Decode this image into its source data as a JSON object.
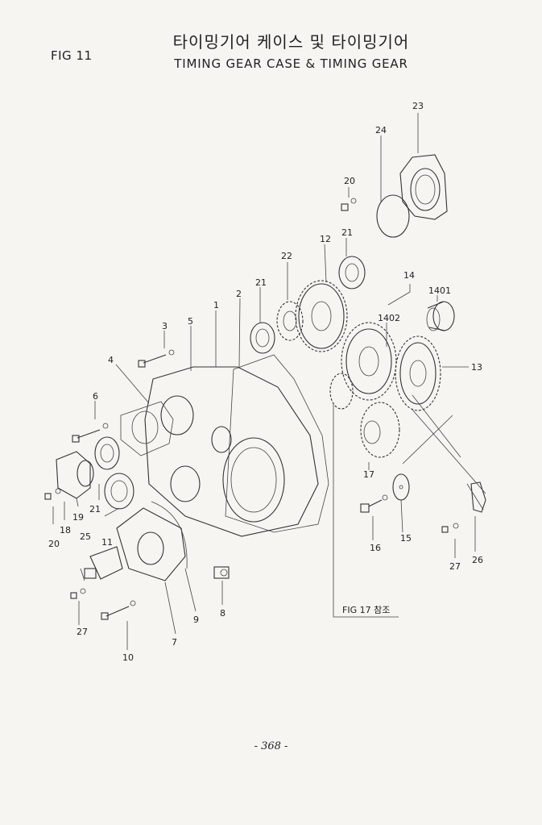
{
  "figure": {
    "id": "FIG 11",
    "title_korean": "타이밍기어 케이스 및 타이밍기어",
    "title_english": "TIMING GEAR CASE & TIMING GEAR",
    "page_number": "- 368 -",
    "reference_note": "FIG 17 참조"
  },
  "callouts": [
    "23",
    "24",
    "20",
    "12",
    "21",
    "22",
    "14",
    "1401",
    "1402",
    "13",
    "21",
    "2",
    "1",
    "3",
    "5",
    "4",
    "6",
    "17",
    "19",
    "18",
    "20",
    "21",
    "11",
    "15",
    "16",
    "27",
    "26",
    "25",
    "9",
    "8",
    "7",
    "27",
    "10"
  ]
}
